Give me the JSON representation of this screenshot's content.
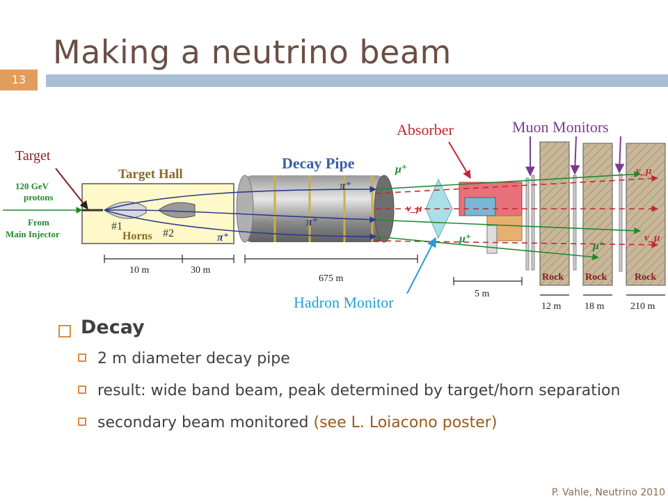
{
  "slide": {
    "title": "Making a neutrino beam",
    "number": "13",
    "footer": "P. Vahle, Neutrino 2010"
  },
  "diagram": {
    "labels": {
      "target": "Target",
      "beam_energy": "120 GeV",
      "beam_particle": "protons",
      "from": "From",
      "injector": "Main Injector",
      "target_hall": "Target Hall",
      "horn1": "#1",
      "horn2": "#2",
      "horns": "Horns",
      "decay_pipe": "Decay Pipe",
      "absorber": "Absorber",
      "muon_monitors": "Muon Monitors",
      "hadron_monitor": "Hadron Monitor",
      "rock": "Rock",
      "pi_plus": "π⁺",
      "mu_plus": "μ⁺",
      "nu_mu": "ν_μ"
    },
    "distances": {
      "d1": "10 m",
      "d2": "30 m",
      "d3": "675 m",
      "d4": "5 m",
      "d5": "12 m",
      "d6": "18 m",
      "d7": "210 m"
    },
    "colors": {
      "red_label": "#c0282d",
      "blue_label": "#3a5fa8",
      "green_label": "#1e8a2a",
      "brown_label": "#8a6a2a",
      "purple": "#7a3b8f",
      "cyan": "#1f9fd6"
    }
  },
  "bullets": {
    "main": "Decay",
    "items": [
      {
        "text": "2 m diameter decay pipe"
      },
      {
        "text": "result: wide band beam, peak determined by target/horn separation"
      },
      {
        "text_plain": "secondary beam monitored ",
        "text_accent": "(see L. Loiacono poster)"
      }
    ]
  }
}
